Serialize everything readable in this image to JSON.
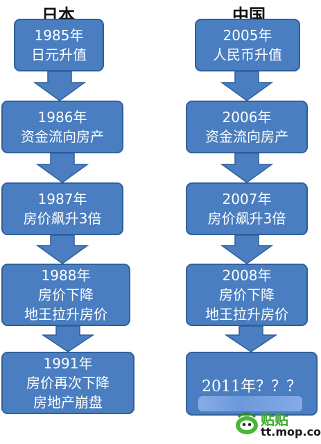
{
  "left": {
    "title": "日本",
    "steps": [
      {
        "lines": [
          "1985年",
          "日元升值"
        ]
      },
      {
        "lines": [
          "1986年",
          "资金流向房产"
        ]
      },
      {
        "lines": [
          "1987年",
          "房价飙升3倍"
        ]
      },
      {
        "lines": [
          "1988年",
          "房价下降",
          "地王拉升房价"
        ]
      },
      {
        "lines": [
          "1991年",
          "房价再次下降",
          "房地产崩盘"
        ]
      }
    ]
  },
  "right": {
    "title": "中国",
    "steps": [
      {
        "lines": [
          "2005年",
          "人民币升值"
        ]
      },
      {
        "lines": [
          "2006年",
          "资金流向房产"
        ]
      },
      {
        "lines": [
          "2007年",
          "房价飙升3倍"
        ]
      },
      {
        "lines": [
          "2008年",
          "房价下降",
          "地王拉升房价"
        ]
      }
    ],
    "final": "2011年？？？"
  },
  "watermark": {
    "brand": "贴贴",
    "site": "tt.mop.com"
  },
  "colors": {
    "box_fill": "#4a7ec0",
    "box_border": "#2f5f9c",
    "arrow_fill": "#4a7ec0"
  }
}
